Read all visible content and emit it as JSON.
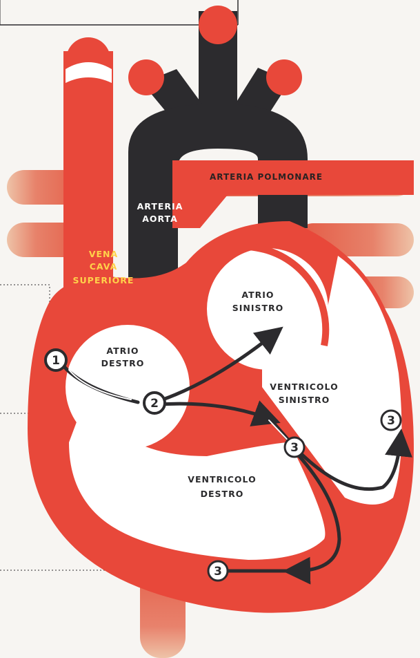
{
  "labels": {
    "arteria_polmonare": "ARTERIA POLMONARE",
    "arteria_aorta_1": "ARTERIA",
    "arteria_aorta_2": "AORTA",
    "vena_cava_1": "VENA",
    "vena_cava_2": "CAVA",
    "vena_cava_3": "SUPERIORE",
    "atrio_sinistro_1": "ATRIO",
    "atrio_sinistro_2": "SINISTRO",
    "atrio_destro_1": "ATRIO",
    "atrio_destro_2": "DESTRO",
    "ventricolo_sinistro_1": "VENTRICOLO",
    "ventricolo_sinistro_2": "SINISTRO",
    "ventricolo_destro_1": "VENTRICOLO",
    "ventricolo_destro_2": "DESTRO"
  },
  "steps": {
    "step1": "1",
    "step2": "2",
    "step3a": "3",
    "step3b": "3",
    "step3c": "3"
  },
  "colors": {
    "heart_red": "#e8483a",
    "aorta_dark": "#2c2b2e",
    "vessel_light": "#e9a78f",
    "chamber_white": "#ffffff",
    "label_yellow": "#ffd24a"
  }
}
